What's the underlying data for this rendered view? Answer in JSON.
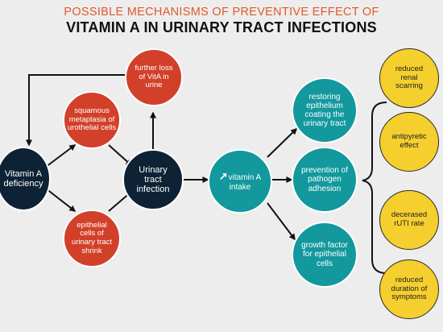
{
  "title": {
    "line1": "POSSIBLE MECHANISMS OF PREVENTIVE EFFECT OF",
    "line2": "VITAMIN A IN URINARY TRACT INFECTIONS"
  },
  "nodes": {
    "vitamin_a_deficiency": "Vitamin A deficiency",
    "squamous_metaplasia": "squamous metaplasia of urothelial cells",
    "epithelial_shrink": "epithelial cells of urinary tract shrink",
    "further_loss": "further loss of VitA in urine",
    "uti": "Urinary tract infection",
    "vitamin_a_intake": "vitamin A intake",
    "restoring_epithelium": "restoring epithelium coating the urinary tract",
    "prevention_adhesion": "prevention of pathogen adhesion",
    "growth_factor": "growth factor for epithelial cells",
    "reduced_scarring": "reduced renal scarring",
    "antipyretic": "antipyretic effect",
    "decreased_rate": "decerased rUTI rate",
    "reduced_duration": "reduced duration of symptoms"
  },
  "colors": {
    "background": "#ededed",
    "navy": "#0e2235",
    "red": "#d2402a",
    "teal": "#12989d",
    "yellow": "#f5cf2e",
    "title_accent": "#e0592a"
  }
}
